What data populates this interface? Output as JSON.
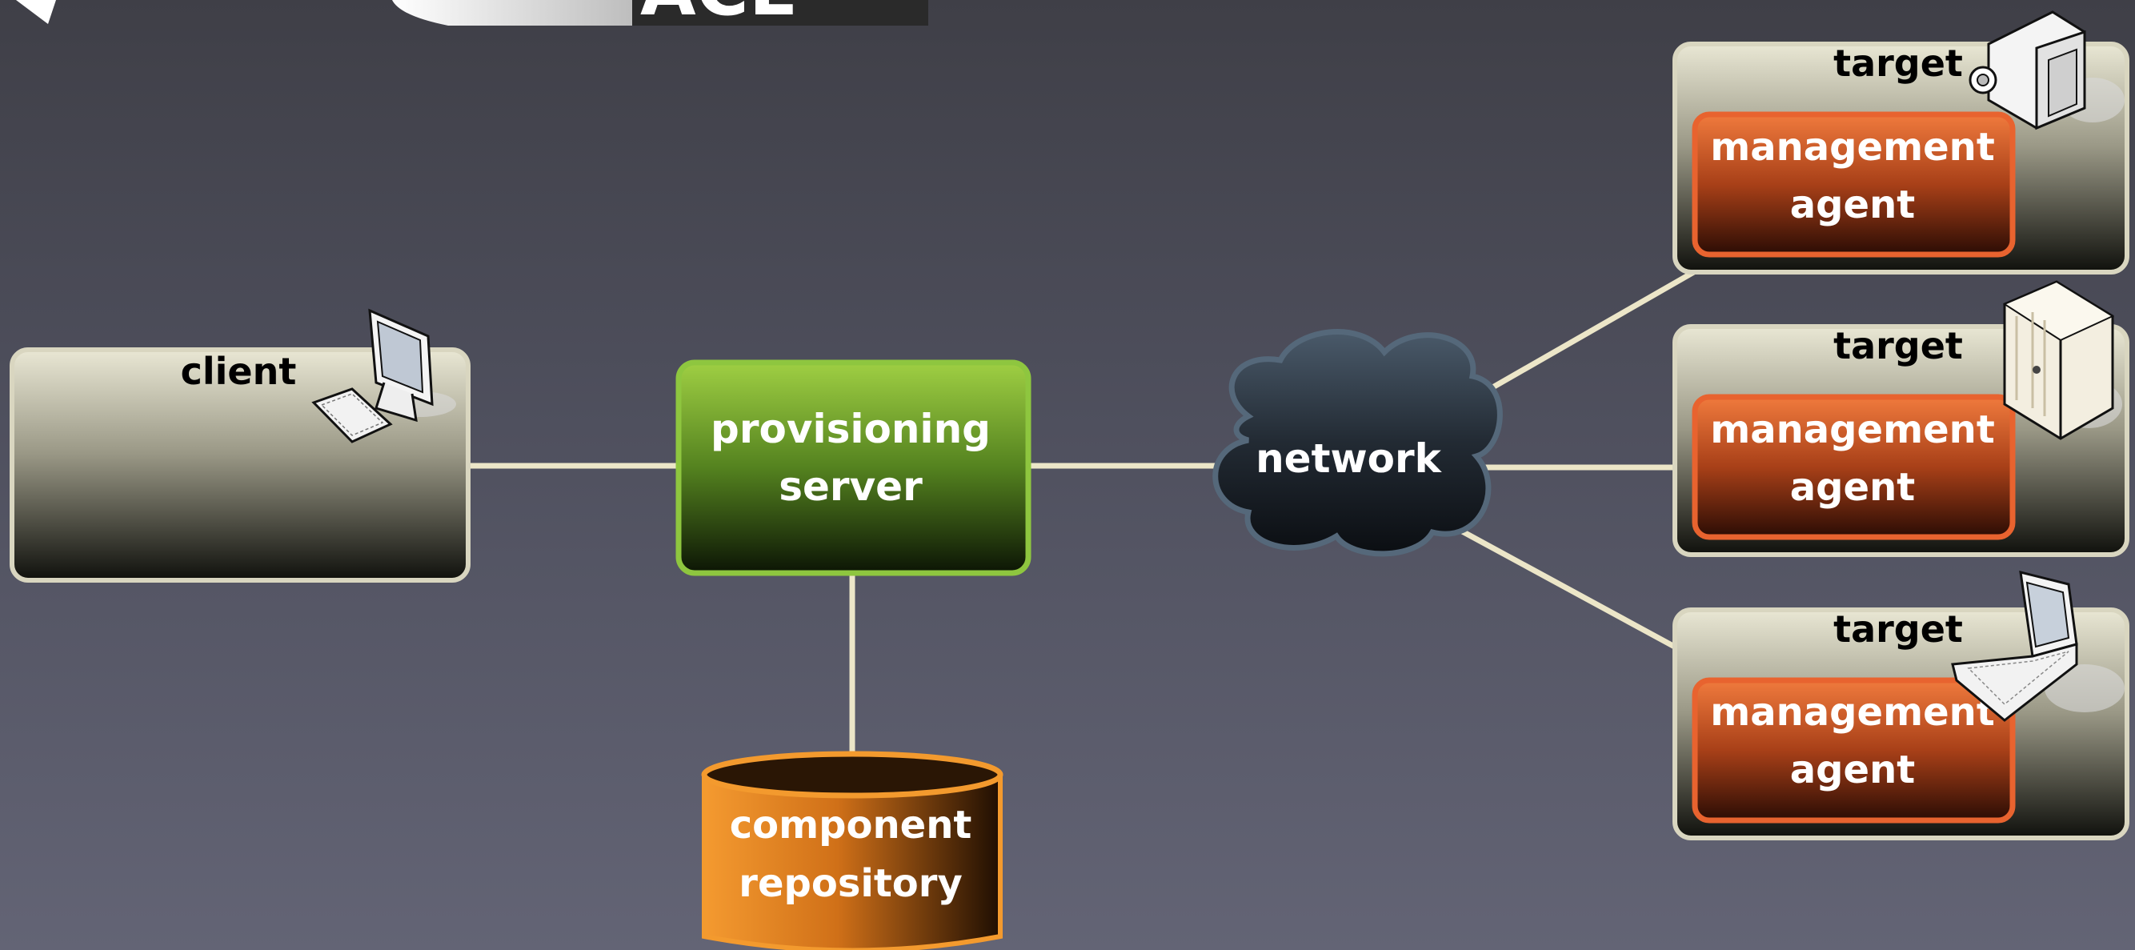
{
  "logo": {
    "text": "ACE"
  },
  "client": {
    "label": "client"
  },
  "provisioning_server": {
    "line1": "provisioning",
    "line2": "server"
  },
  "component_repository": {
    "line1": "component",
    "line2": "repository"
  },
  "network": {
    "label": "network"
  },
  "targets": [
    {
      "label": "target",
      "agent_line1": "management",
      "agent_line2": "agent",
      "device_icon": "camcorder-icon"
    },
    {
      "label": "target",
      "agent_line1": "management",
      "agent_line2": "agent",
      "device_icon": "refrigerator-icon"
    },
    {
      "label": "target",
      "agent_line1": "management",
      "agent_line2": "agent",
      "device_icon": "laptop-icon"
    }
  ],
  "colors": {
    "connector": "#ece6c8",
    "server_green": "#8ec63f",
    "repository_orange": "#f39a2e",
    "agent_orange": "#e8632f",
    "box_border": "#d9d6c0"
  }
}
